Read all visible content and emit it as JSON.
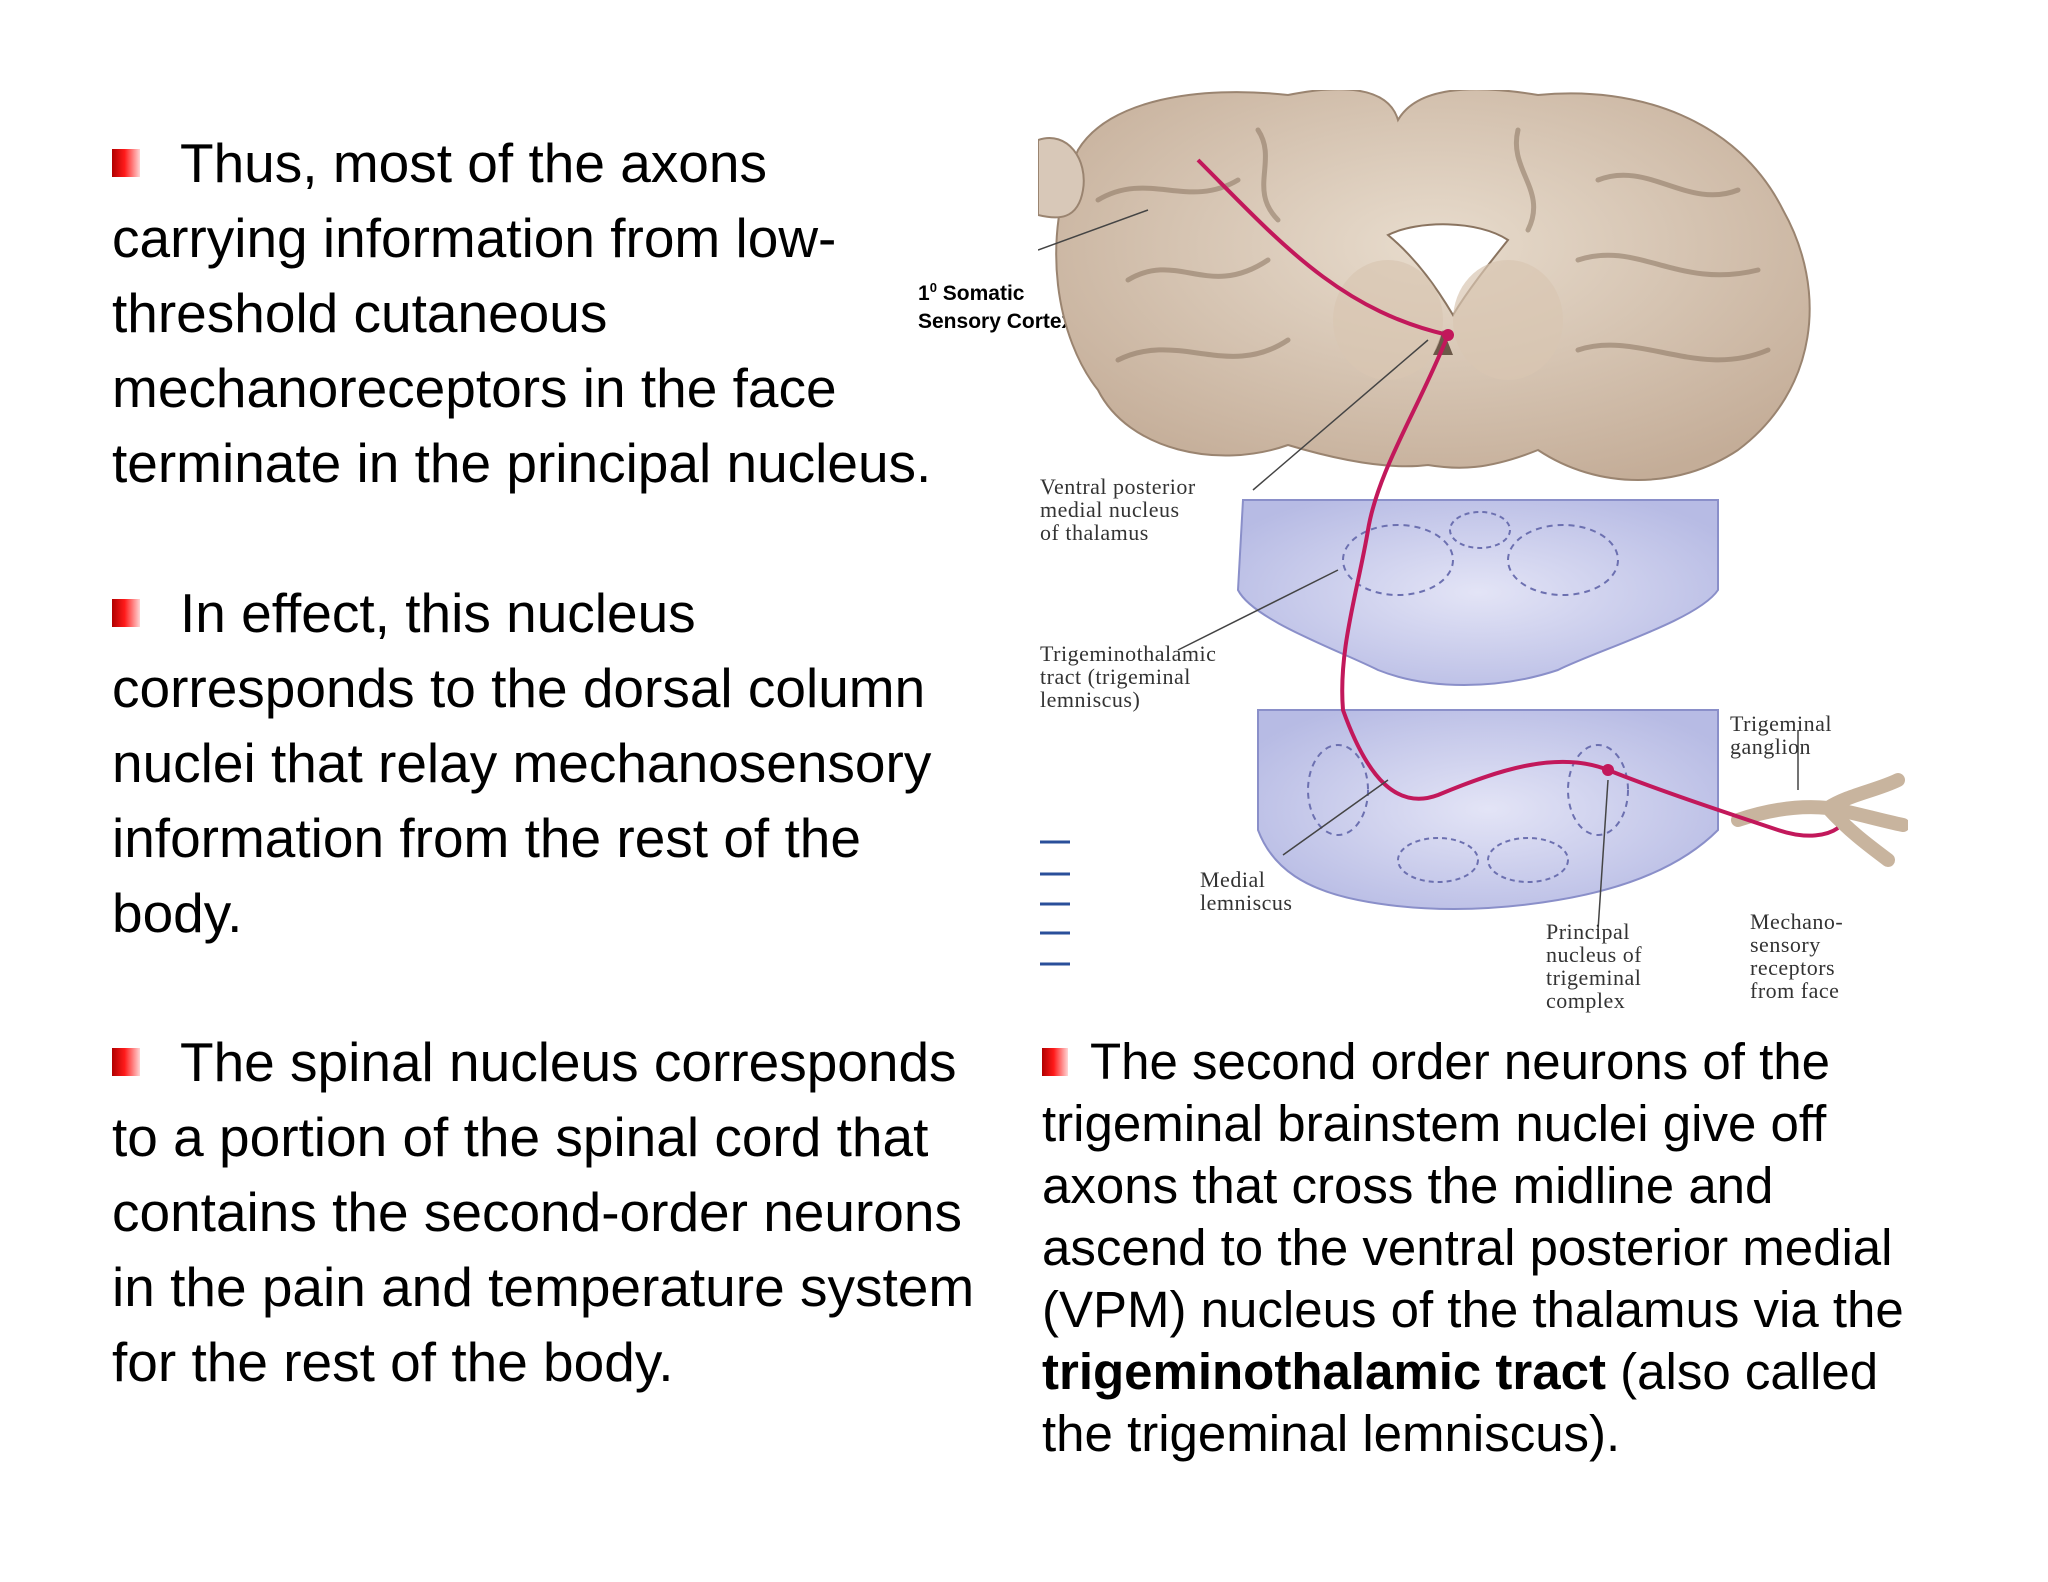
{
  "bullets": [
    {
      "lines": [
        "Thus, most of the axons",
        "carrying information from low-",
        "threshold cutaneous",
        "mechanoreceptors in the face",
        "terminate in the principal nucleus."
      ]
    },
    {
      "lines": [
        "In effect, this nucleus",
        "corresponds to the dorsal column",
        "nuclei that relay mechanosensory",
        "information from the rest of the",
        "body."
      ]
    },
    {
      "lines": [
        "The spinal nucleus corresponds",
        "to a portion of the spinal cord that",
        "contains the second-order neurons",
        "in the pain and temperature system",
        "for the rest of the body."
      ]
    },
    {
      "lines": [
        "The second order neurons of the",
        "trigeminal brainstem nuclei give off",
        "axons that cross the midline and",
        "ascend to the ventral posterior medial",
        "(VPM) nucleus of the thalamus via the"
      ],
      "bold_term": "trigeminothalamic tract",
      "after_bold": " (also called",
      "last_line": "the trigeminal lemniscus)."
    }
  ],
  "figure": {
    "cortex_label": {
      "sup": "0",
      "prefix": "1",
      "line1": "Somatic",
      "line2": "Sensory Cortex"
    },
    "labels": {
      "vpm": [
        "Ventral posterior",
        "medial nucleus",
        "of thalamus"
      ],
      "tract": [
        "Trigeminothalamic",
        "tract (trigeminal",
        "lemniscus)"
      ],
      "ganglion": [
        "Trigeminal",
        "ganglion"
      ],
      "medial_lemniscus": [
        "Medial",
        "lemniscus"
      ],
      "principal": [
        "Principal",
        "nucleus of",
        "trigeminal",
        "complex"
      ],
      "receptors": [
        "Mechano-",
        "sensory",
        "receptors",
        "from face"
      ]
    }
  },
  "colors": {
    "bullet": "#e01010",
    "pathway": "#c2185b",
    "brain": "#d8c8b8",
    "stain": "#c5c8ec"
  }
}
